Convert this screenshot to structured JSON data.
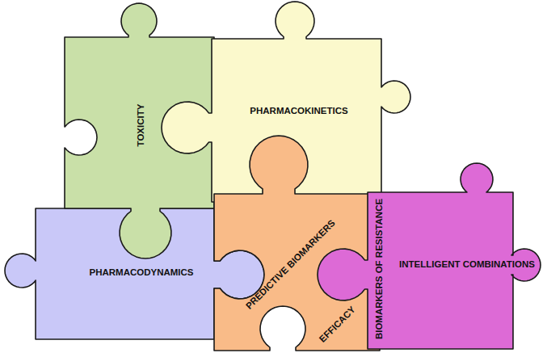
{
  "diagram": {
    "nodes": [
      {
        "text": [
          "TOXICITY"
        ]
      },
      {
        "text": [
          "PHARMACOKINETICS"
        ]
      },
      {
        "text": [
          "PHARMACODYNAMICS"
        ]
      },
      {
        "text": [
          "PREDICTIVE BIOMARKERS",
          "EFFICACY"
        ]
      },
      {
        "text": [
          "BIOMARKERS OF RESISTANCE",
          "INTELLIGENT COMBINATIONS"
        ]
      }
    ]
  }
}
